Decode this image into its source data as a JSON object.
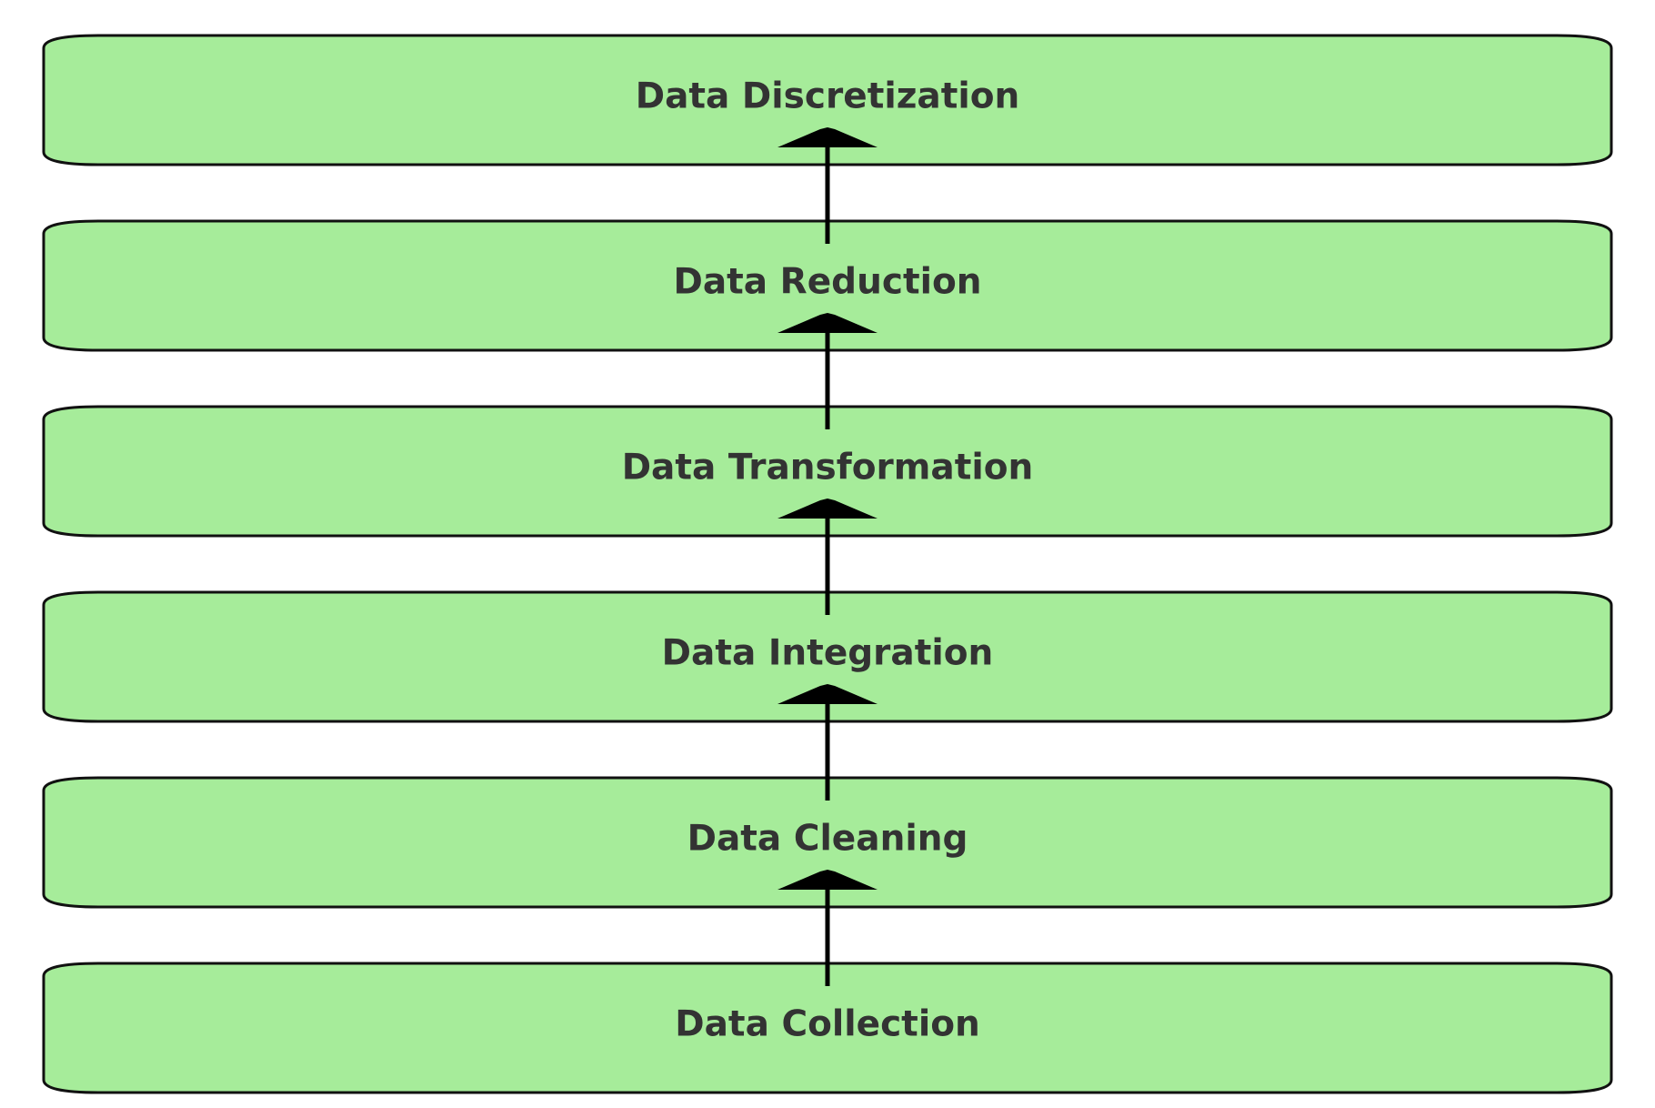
{
  "colors": {
    "box_fill": "#a6ec9a",
    "box_stroke": "#111111",
    "arrow": "#000000",
    "text": "#333333",
    "background": "#ffffff"
  },
  "diagram": {
    "flow_direction": "bottom-to-top",
    "stages": [
      {
        "label": "Data Discretization"
      },
      {
        "label": "Data Reduction"
      },
      {
        "label": "Data Transformation"
      },
      {
        "label": "Data Integration"
      },
      {
        "label": "Data Cleaning"
      },
      {
        "label": "Data Collection"
      }
    ],
    "edges": [
      {
        "from": "Data Collection",
        "to": "Data Cleaning"
      },
      {
        "from": "Data Cleaning",
        "to": "Data Integration"
      },
      {
        "from": "Data Integration",
        "to": "Data Transformation"
      },
      {
        "from": "Data Transformation",
        "to": "Data Reduction"
      },
      {
        "from": "Data Reduction",
        "to": "Data Discretization"
      }
    ]
  }
}
